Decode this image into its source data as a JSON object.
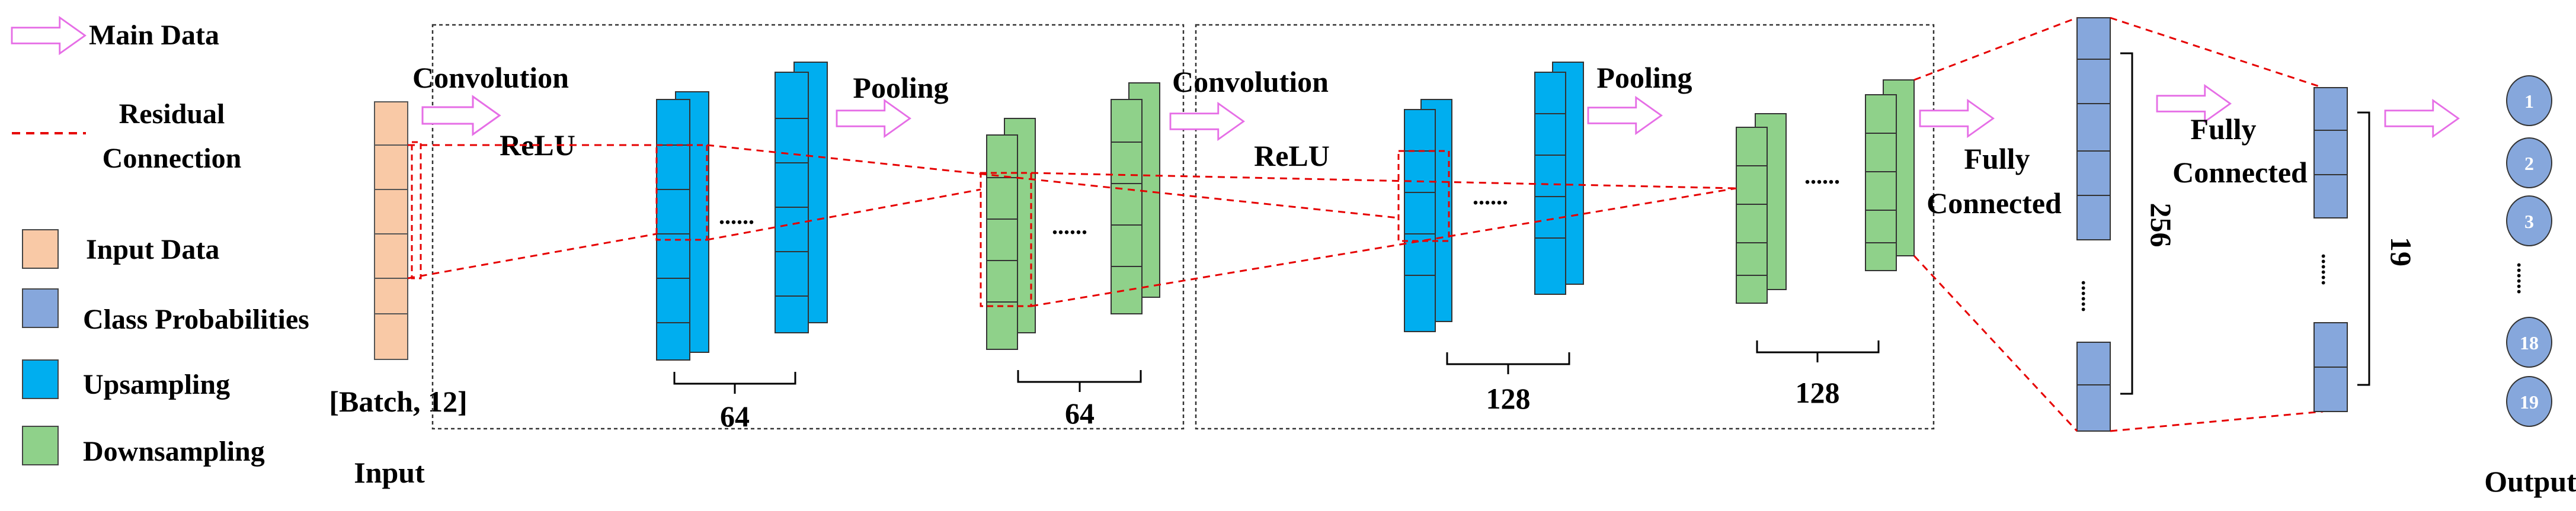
{
  "legend": {
    "main_data": "Main Data",
    "residual_line1": "Residual",
    "residual_line2": "Connection",
    "input_data": "Input Data",
    "class_probabilities": "Class Probabilities",
    "upsampling": "Upsampling",
    "downsampling": "Downsampling"
  },
  "input": {
    "shape": "[Batch, 12]",
    "label": "Input"
  },
  "block1": {
    "conv_label": "Convolution",
    "relu_label": "ReLU",
    "pool_label": "Pooling",
    "conv_channels": "64",
    "pool_channels": "64",
    "ellipsis_conv": "......",
    "ellipsis_pool": "......"
  },
  "block2": {
    "conv_label": "Convolution",
    "relu_label": "ReLU",
    "pool_label": "Pooling",
    "conv_channels": "128",
    "pool_channels": "128",
    "ellipsis_conv": "......",
    "ellipsis_pool": "......"
  },
  "fc1": {
    "label_line1": "Fully",
    "label_line2": "Connected",
    "size": "256"
  },
  "fc2": {
    "label_line1": "Fully",
    "label_line2": "Connected",
    "size": "19"
  },
  "output": {
    "label": "Output",
    "nodes": [
      "1",
      "2",
      "3",
      "18",
      "19"
    ]
  },
  "colors": {
    "main_data_arrow": "#e66ee6",
    "residual": "#e60000",
    "input_data": "#f9c9a6",
    "class_probabilities": "#86a7dc",
    "upsampling": "#00aeef",
    "downsampling": "#8fd18a"
  }
}
